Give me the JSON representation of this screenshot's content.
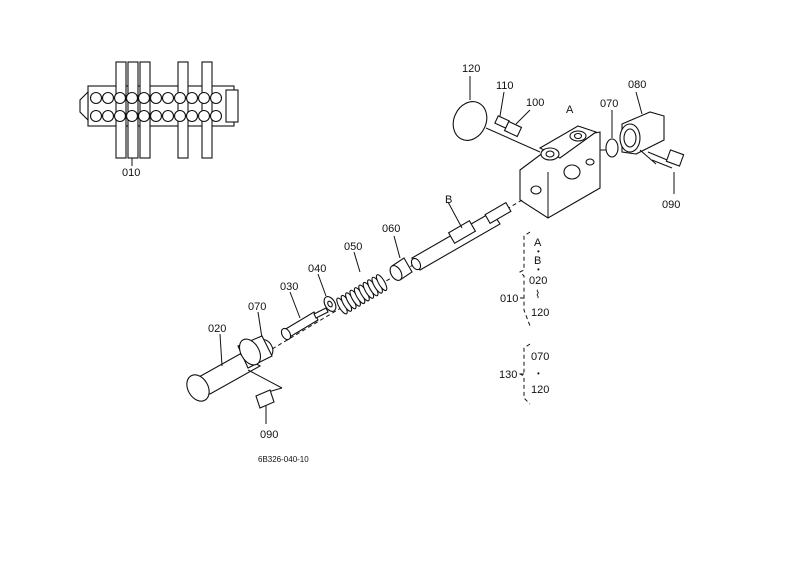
{
  "labels": {
    "p010": "010",
    "p020": "020",
    "p030": "030",
    "p040": "040",
    "p050": "050",
    "p060": "060",
    "p070_left": "070",
    "p070_right": "070",
    "p080": "080",
    "p090_left": "090",
    "p090_right": "090",
    "p100": "100",
    "p110": "110",
    "p120": "120",
    "ref_a": "A",
    "ref_b": "B"
  },
  "legend": {
    "group1_code": "010",
    "group1_lines": [
      "A",
      "•",
      "B",
      "•",
      "020",
      "⌇",
      "120"
    ],
    "group2_code": "130",
    "group2_lines": [
      "070",
      "•",
      "120"
    ]
  },
  "drawing_code": "6B326-040-10",
  "colors": {
    "ink": "#111111",
    "background": "#ffffff"
  }
}
